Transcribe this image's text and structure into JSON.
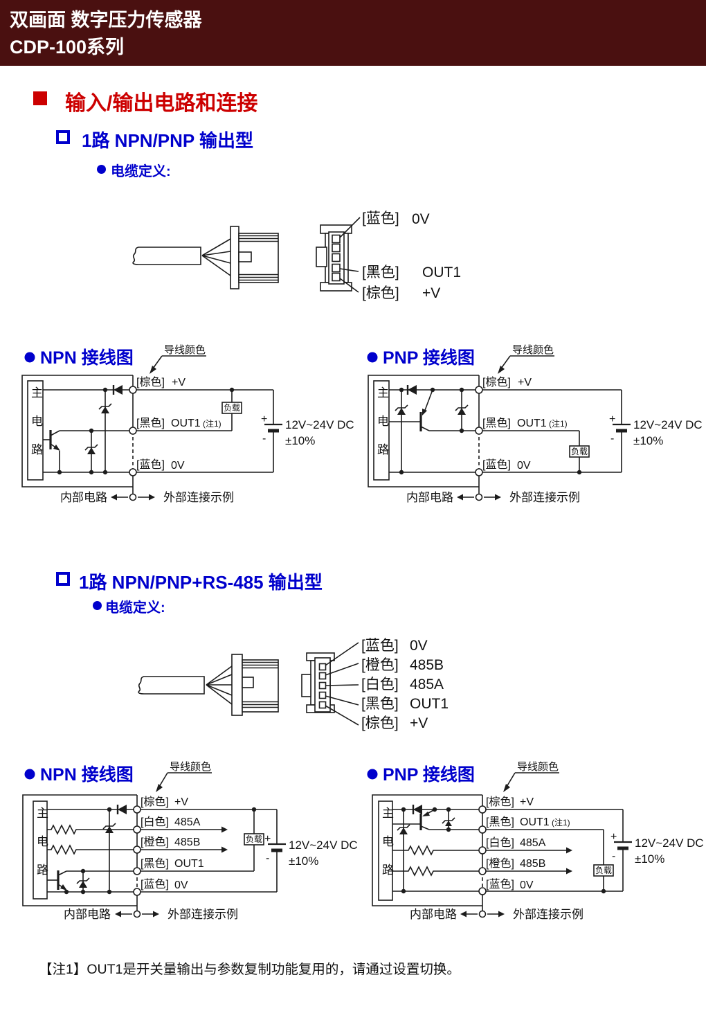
{
  "colors": {
    "header_bg": "#4a1010",
    "accent_red": "#cc0000",
    "accent_blue": "#0000cc"
  },
  "header": {
    "line1": "双画面 数字压力传感器",
    "line2": "CDP-100系列"
  },
  "section_title": "输入/输出电路和连接",
  "sub1": {
    "title": "1路 NPN/PNP 输出型",
    "cable_label": "电缆定义:",
    "connector": {
      "blue": "[蓝色]",
      "blue_sig": "0V",
      "black": "[黑色]",
      "black_sig": "OUT1",
      "brown": "[棕色]",
      "brown_sig": "+V"
    }
  },
  "sub2": {
    "title": "1路 NPN/PNP+RS-485 输出型",
    "cable_label": "电缆定义:",
    "connector": {
      "blue": "[蓝色]",
      "blue_sig": "0V",
      "orange": "[橙色]",
      "orange_sig": "485B",
      "white": "[白色]",
      "white_sig": "485A",
      "black": "[黑色]",
      "black_sig": "OUT1",
      "brown": "[棕色]",
      "brown_sig": "+V"
    }
  },
  "diagrams": {
    "npn1": {
      "title": "NPN 接线图"
    },
    "pnp1": {
      "title": "PNP 接线图"
    },
    "npn2": {
      "title": "NPN 接线图"
    },
    "pnp2": {
      "title": "PNP 接线图"
    }
  },
  "wires": {
    "brown": "[棕色]",
    "brown_sig": "+V",
    "black": "[黑色]",
    "black_sig": "OUT1",
    "black_note": "(注1)",
    "blue": "[蓝色]",
    "blue_sig": "0V",
    "white": "[白色]",
    "white_sig": "485A",
    "orange": "[橙色]",
    "orange_sig": "485B"
  },
  "shared": {
    "wire_color_label": "导线颜色",
    "main_circuit": "主电路",
    "internal_label": "内部电路",
    "external_label": "外部连接示例",
    "load_label": "负载",
    "supply_voltage": "12V~24V DC",
    "supply_tolerance": "±10%",
    "plus": "+",
    "minus": "-"
  },
  "footnote": "【注1】OUT1是开关量输出与参数复制功能复用的，请通过设置切换。"
}
